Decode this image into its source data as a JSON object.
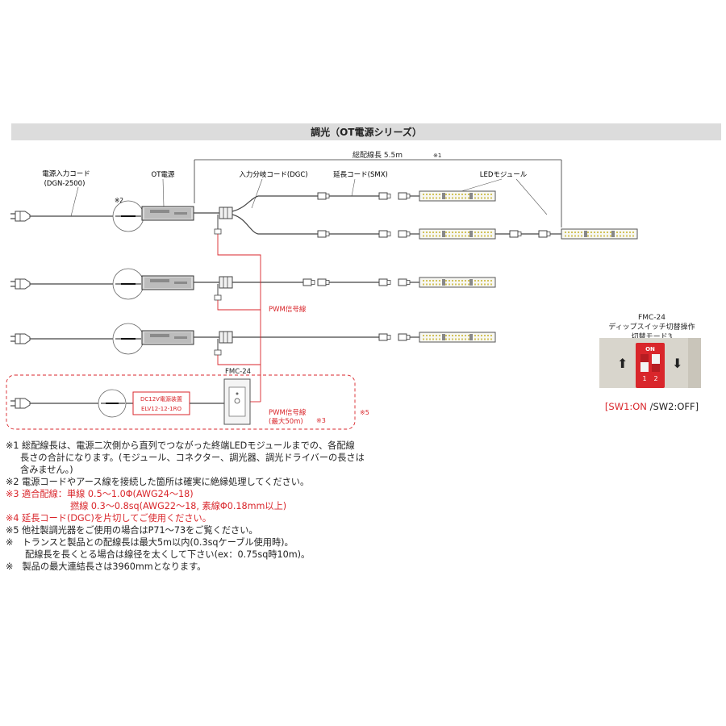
{
  "header": {
    "title": "調光（OT電源シリーズ）"
  },
  "labels": {
    "total_length": "総配線長 5.5m",
    "total_length_mark": "※1",
    "power_cord": "電源入力コード",
    "power_cord_model": "(DGN-2500)",
    "ot_power": "OT電源",
    "input_branch": "入力分岐コード(DGC)",
    "extension": "延長コード(SMX)",
    "led_module": "LEDモジュール",
    "note2_mark": "※2",
    "pwm_signal": "PWM信号線",
    "fmc": "FMC-24",
    "dc_device_line1": "DC12V電源装置",
    "dc_device_line2": "ELV12-12-1RO",
    "pwm_signal_max_line1": "PWM信号線",
    "pwm_signal_max_line2": "(最大50m)",
    "note3_mark": "※3",
    "note5_mark": "※5"
  },
  "dip": {
    "model": "FMC-24",
    "subtitle": "ディップスイッチ切替操作",
    "mode": "切替モード3",
    "on_label": "ON",
    "num1": "1",
    "num2": "2",
    "arrow_up": "⬆",
    "arrow_down": "⬇",
    "caption_red": "[SW1:ON",
    "caption_rest": " /SW2:OFF]"
  },
  "notes": {
    "n1_l1": "※1 総配線長は、電源二次側から直列でつながった終端LEDモジュールまでの、各配線",
    "n1_l2": "長さの合計になります。(モジュール、コネクター、調光器、調光ドライバーの長さは",
    "n1_l3": "含みません。)",
    "n2": "※2 電源コードやアース線を接続した箇所は確実に絶縁処理してください。",
    "n3_l1": "※3 適合配線：単線 0.5～1.0Φ(AWG24～18)",
    "n3_l2": "撚線 0.3～0.8sq(AWG22～18, 素線Φ0.18mm以上)",
    "n4": "※4 延長コード(DGC)を片切してご使用ください。",
    "n5": "※5 他社製調光器をご使用の場合はP71～73をご覧ください。",
    "n6_l1": "※　トランスと製品との配線長は最大5m以内(0.3sqケーブル使用時)。",
    "n6_l2": "配線長を長くとる場合は線径を太くして下さい(ex：0.75sq時10m)。",
    "n7": "※　製品の最大連結長さは3960mmとなります。"
  },
  "colors": {
    "red": "#d9262b",
    "header_bg": "#dcdcdc",
    "text": "#222222"
  }
}
